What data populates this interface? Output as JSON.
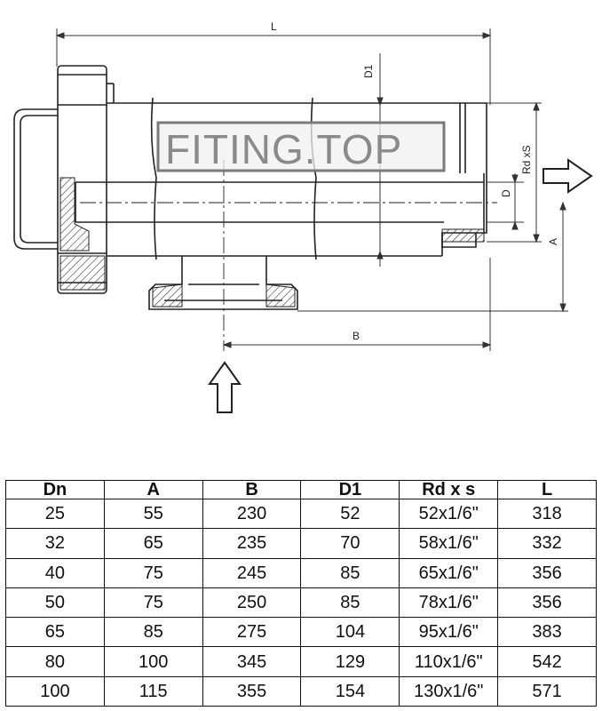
{
  "drawing": {
    "labels": {
      "L": "L",
      "D1": "D1",
      "RdxS": "Rd xS",
      "D": "D",
      "A": "A",
      "B": "B"
    },
    "watermark": "FITING.TOP"
  },
  "table": {
    "headers": [
      "Dn",
      "A",
      "B",
      "D1",
      "Rd x s",
      "L"
    ],
    "rows": [
      [
        "25",
        "55",
        "230",
        "52",
        "52x1/6\"",
        "318"
      ],
      [
        "32",
        "65",
        "235",
        "70",
        "58x1/6\"",
        "332"
      ],
      [
        "40",
        "75",
        "245",
        "85",
        "65x1/6\"",
        "356"
      ],
      [
        "50",
        "75",
        "250",
        "85",
        "78x1/6\"",
        "356"
      ],
      [
        "65",
        "85",
        "275",
        "104",
        "95x1/6\"",
        "383"
      ],
      [
        "80",
        "100",
        "345",
        "129",
        "110x1/6\"",
        "542"
      ],
      [
        "100",
        "115",
        "355",
        "154",
        "130x1/6\"",
        "571"
      ]
    ]
  }
}
